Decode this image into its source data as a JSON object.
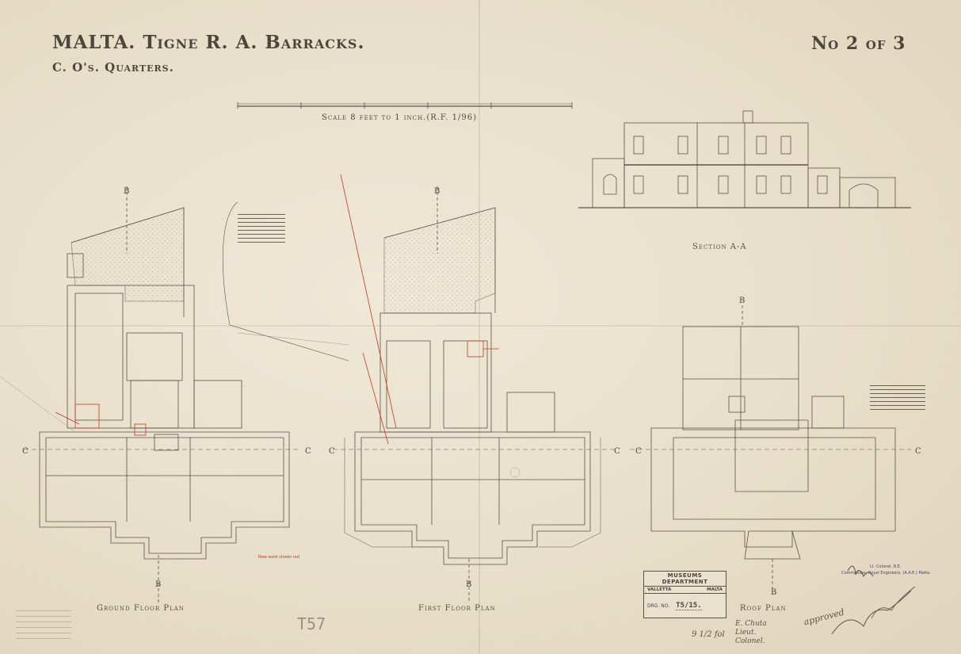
{
  "title": "MALTA. Tigne R. A. Barracks.",
  "subtitle": "C. O's. Quarters.",
  "sheet_number": "No 2 of 3",
  "scale": "Scale 8 feet to 1 inch.(R.F. 1/96)",
  "plans": {
    "ground_floor": "Ground Floor Plan",
    "first_floor": "First Floor Plan",
    "roof": "Roof Plan",
    "section": "Section A-A"
  },
  "section_markers": {
    "b": "B",
    "c": "C"
  },
  "red_note": "New work shown red",
  "catalog_mark": "T57",
  "stamp": {
    "header": "MUSEUMS DEPARTMENT",
    "place_left": "VALLETTA",
    "place_right": "MALTA",
    "drg_label": "DRG. NO.",
    "drg_number": "T5/15."
  },
  "signature_left": "E. Chuta Lieut. Colonel.",
  "signature_mid": "9 1/2 fol",
  "signature_right": "approved",
  "cre_title": "Lt. Colonel, R.E.",
  "cre_line": "Commander, Royal Engineers, (A.A.E.) Malta.",
  "colors": {
    "paper": "#e9e1cf",
    "ink": "#4a4438",
    "red_ink": "#c23a2a",
    "stamp_purple": "#4b3c7a"
  }
}
